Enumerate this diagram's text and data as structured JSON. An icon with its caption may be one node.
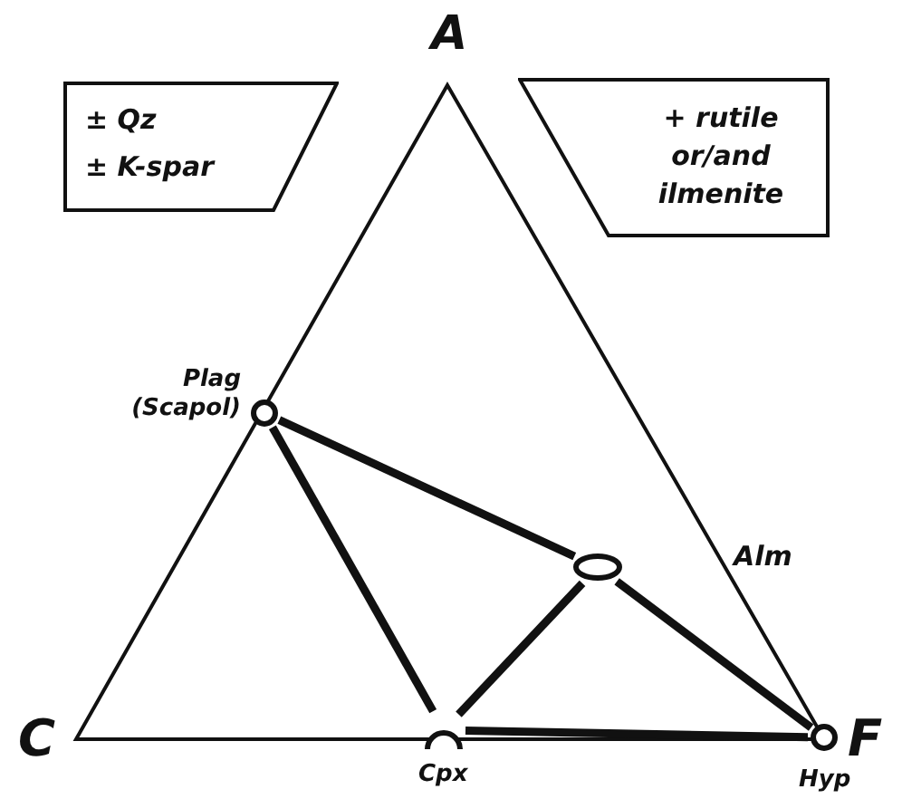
{
  "diagram": {
    "nodes": [
      {
        "text": [
          "± Qz",
          "± K-spar"
        ]
      },
      {
        "text": [
          "+ rutile or/and ilmenite"
        ]
      },
      {
        "text": [],
        "shape": "circle",
        "beside": [
          "Plag (Scapol)"
        ]
      },
      {
        "text": [],
        "shape": "ellipse"
      },
      {
        "text": [],
        "shape": "semicircle",
        "beside": [
          "Cpx"
        ]
      },
      {
        "text": [],
        "shape": "circle",
        "beside": [
          "Hyp"
        ]
      }
    ],
    "edges": [
      {
        "from": 2,
        "to": 3,
        "arrow": "none"
      },
      {
        "from": 2,
        "to": 4,
        "arrow": "none"
      },
      {
        "from": 3,
        "to": 4,
        "arrow": "none"
      },
      {
        "from": 3,
        "to": 5,
        "arrow": "none"
      },
      {
        "from": 4,
        "to": 5,
        "arrow": "none"
      }
    ],
    "labels": [
      "A",
      "Alm",
      "C",
      "F"
    ]
  }
}
